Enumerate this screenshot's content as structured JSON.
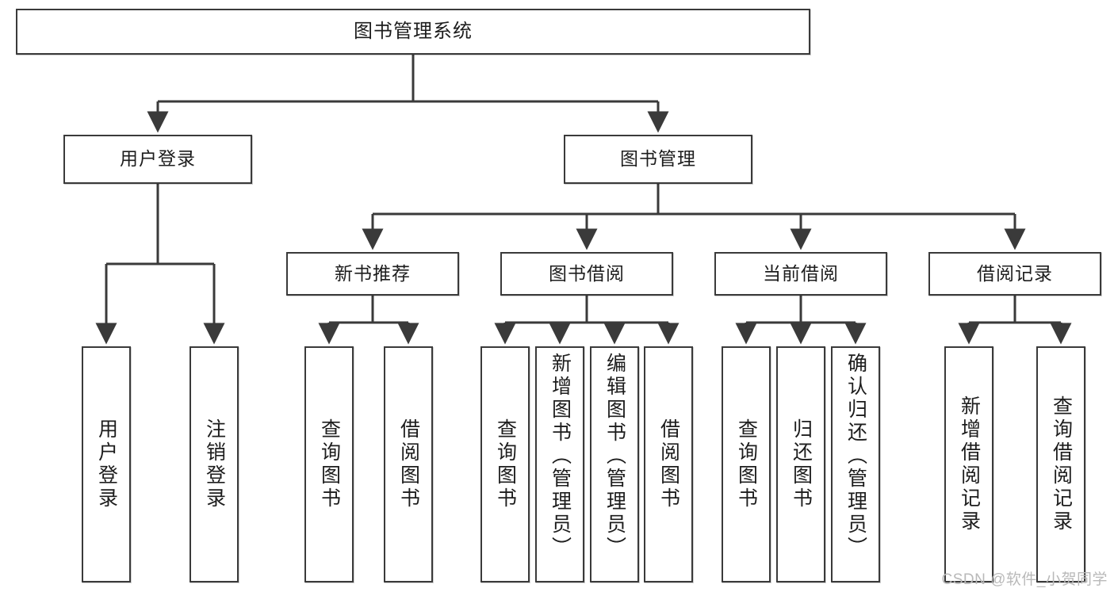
{
  "diagram": {
    "type": "tree-hierarchy-chart",
    "title": "图书管理系统",
    "orientation": "top-down",
    "style": {
      "box_border_color": "#3a3a3a",
      "box_fill_color": "#ffffff",
      "connector_color": "#3a3a3a",
      "text_color": "#1d1d1d",
      "background": "#ffffff"
    },
    "root": {
      "label": "图书管理系统"
    },
    "level1": [
      {
        "label": "用户登录"
      },
      {
        "label": "图书管理"
      }
    ],
    "level2": [
      {
        "label": "新书推荐"
      },
      {
        "label": "图书借阅"
      },
      {
        "label": "当前借阅"
      },
      {
        "label": "借阅记录"
      }
    ],
    "leaves": {
      "user_login": [
        {
          "label": "用户登录"
        },
        {
          "label": "注销登录"
        }
      ],
      "new_book_recommend": [
        {
          "label": "查询图书"
        },
        {
          "label": "借阅图书"
        }
      ],
      "book_borrow": [
        {
          "label": "查询图书"
        },
        {
          "label": "新增图书（管理员）"
        },
        {
          "label": "编辑图书（管理员）"
        },
        {
          "label": "借阅图书"
        }
      ],
      "current_borrow": [
        {
          "label": "查询图书"
        },
        {
          "label": "归还图书"
        },
        {
          "label": "确认归还（管理员）"
        }
      ],
      "borrow_record": [
        {
          "label": "新增借阅记录"
        },
        {
          "label": "查询借阅记录"
        }
      ]
    }
  },
  "watermark": {
    "text": "CSDN @软件_小贺同学"
  }
}
